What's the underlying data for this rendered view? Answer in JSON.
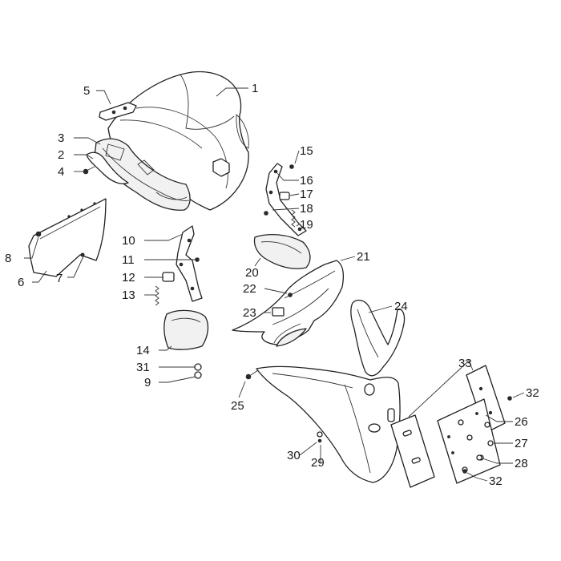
{
  "callouts": [
    {
      "id": "c1",
      "label": "1"
    },
    {
      "id": "c2",
      "label": "2"
    },
    {
      "id": "c3",
      "label": "3"
    },
    {
      "id": "c4",
      "label": "4"
    },
    {
      "id": "c5",
      "label": "5"
    },
    {
      "id": "c6",
      "label": "6"
    },
    {
      "id": "c7",
      "label": "7"
    },
    {
      "id": "c8",
      "label": "8"
    },
    {
      "id": "c9",
      "label": "9"
    },
    {
      "id": "c10",
      "label": "10"
    },
    {
      "id": "c11",
      "label": "11"
    },
    {
      "id": "c12",
      "label": "12"
    },
    {
      "id": "c13",
      "label": "13"
    },
    {
      "id": "c14",
      "label": "14"
    },
    {
      "id": "c15",
      "label": "15"
    },
    {
      "id": "c16",
      "label": "16"
    },
    {
      "id": "c17",
      "label": "17"
    },
    {
      "id": "c18",
      "label": "18"
    },
    {
      "id": "c19",
      "label": "19"
    },
    {
      "id": "c20",
      "label": "20"
    },
    {
      "id": "c21",
      "label": "21"
    },
    {
      "id": "c22",
      "label": "22"
    },
    {
      "id": "c23",
      "label": "23"
    },
    {
      "id": "c24",
      "label": "24"
    },
    {
      "id": "c25",
      "label": "25"
    },
    {
      "id": "c26",
      "label": "26"
    },
    {
      "id": "c27",
      "label": "27"
    },
    {
      "id": "c28",
      "label": "28"
    },
    {
      "id": "c29",
      "label": "29"
    },
    {
      "id": "c30",
      "label": "30"
    },
    {
      "id": "c31",
      "label": "31"
    },
    {
      "id": "c32a",
      "label": "32"
    },
    {
      "id": "c32b",
      "label": "32"
    },
    {
      "id": "c33",
      "label": "33"
    }
  ]
}
